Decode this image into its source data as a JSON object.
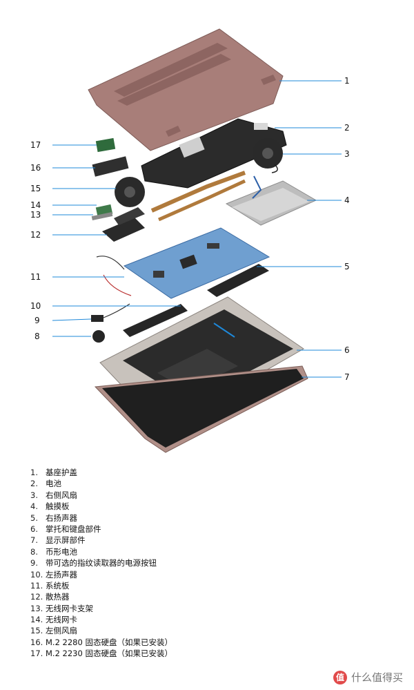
{
  "callouts": [
    "1",
    "2",
    "3",
    "4",
    "5",
    "6",
    "7",
    "8",
    "9",
    "10",
    "11",
    "12",
    "13",
    "14",
    "15",
    "16",
    "17"
  ],
  "legend": [
    {
      "num": "1.",
      "label": "基座护盖"
    },
    {
      "num": "2.",
      "label": "电池"
    },
    {
      "num": "3.",
      "label": "右侧风扇"
    },
    {
      "num": "4.",
      "label": "触摸板"
    },
    {
      "num": "5.",
      "label": "右扬声器"
    },
    {
      "num": "6.",
      "label": "掌托和键盘部件"
    },
    {
      "num": "7.",
      "label": "显示屏部件"
    },
    {
      "num": "8.",
      "label": "币形电池"
    },
    {
      "num": "9.",
      "label": "带可选的指纹读取器的电源按钮"
    },
    {
      "num": "10.",
      "label": "左扬声器"
    },
    {
      "num": "11.",
      "label": "系统板"
    },
    {
      "num": "12.",
      "label": "散热器"
    },
    {
      "num": "13.",
      "label": "无线网卡支架"
    },
    {
      "num": "14.",
      "label": "无线网卡"
    },
    {
      "num": "15.",
      "label": "左侧风扇"
    },
    {
      "num": "16.",
      "label": "M.2 2280 固态硬盘（如果已安装）"
    },
    {
      "num": "17.",
      "label": "M.2 2230 固态硬盘（如果已安装）"
    }
  ],
  "colors": {
    "leader_line": "#1e88d9",
    "base_cover": "#a87e79",
    "dark_part": "#262626",
    "board_blue": "#6f9fd0",
    "chassis_silver": "#c8c2bc"
  },
  "watermark": {
    "badge": "值",
    "text": "什么值得买",
    "icon": "badge-circle-icon"
  }
}
